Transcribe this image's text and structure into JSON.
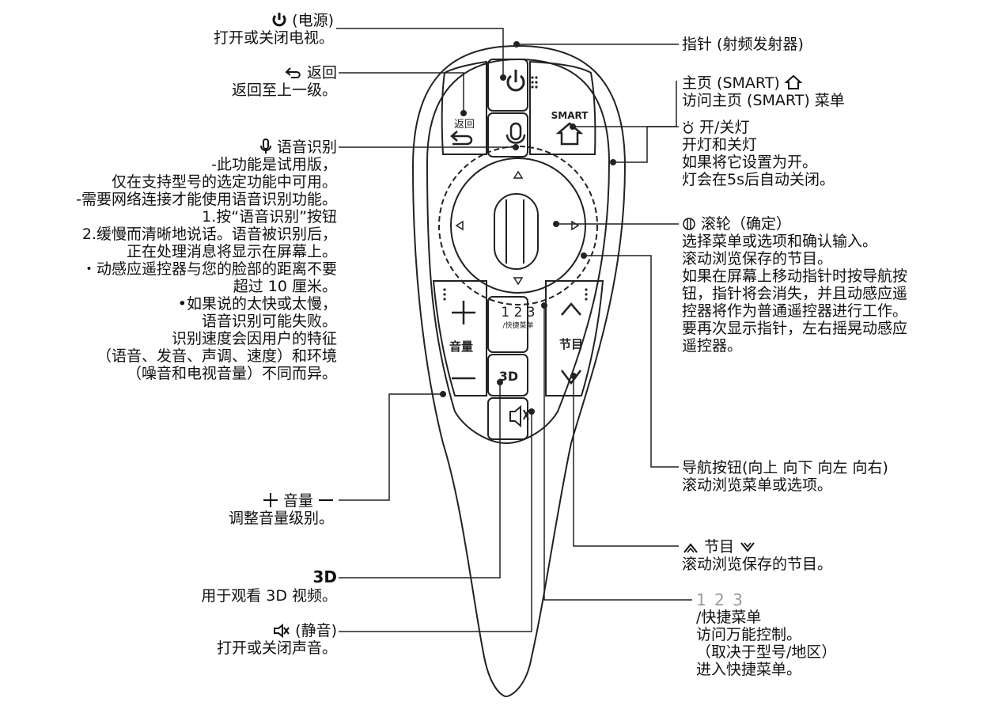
{
  "remote": {
    "btn_back": "返回",
    "btn_smart": "SMART",
    "btn_volume": "音量",
    "btn_program": "节目",
    "btn_quick_digits": "1 2 3",
    "btn_quick_sub": "/快捷菜单",
    "btn_3d": "3D"
  },
  "labels_left": {
    "power": [
      "(电源)",
      "打开或关闭电视。"
    ],
    "back": [
      "返回",
      "返回至上一级。"
    ],
    "voice": [
      "语音识别",
      "-此功能是试用版，",
      "仅在支持型号的选定功能中可用。",
      "-需要网络连接才能使用语音识别功能。",
      "1.按“语音识别”按钮",
      "2.缓慢而清晰地说话。语音被识别后，",
      "正在处理消息将显示在屏幕上。",
      "・动感应遥控器与您的脸部的距离不要",
      "超过 10 厘米。",
      "•如果说的太快或太慢，",
      "语音识别可能失败。",
      "识别速度会因用户的特征",
      "（语音、发音、声调、速度）和环境",
      "（噪音和电视音量）不同而异。"
    ],
    "volume": [
      "音量",
      "调整音量级别。"
    ],
    "three_d": [
      "用于观看 3D 视频。"
    ],
    "mute": [
      "(静音)",
      "打开或关闭声音。"
    ]
  },
  "labels_right": {
    "pointer": [
      "指针 (射频发射器)"
    ],
    "home": [
      "主页 (SMART)",
      "访问主页 (SMART) 菜单"
    ],
    "light": [
      "开/关灯",
      "开灯和关灯",
      "如果将它设置为开。",
      "灯会在5s后自动关闭。"
    ],
    "wheel": [
      "滚轮（确定）",
      "选择菜单或选项和确认输入。",
      "滚动浏览保存的节目。",
      "如果在屏幕上移动指针时按导航按",
      "钮，指针将会消失，并且动感应遥",
      "控器将作为普通遥控器进行工作。",
      "要再次显示指针，左右摇晃动感应",
      "遥控器。"
    ],
    "nav": [
      "导航按钮(向上 向下 向左 向右)",
      "滚动浏览菜单或选项。"
    ],
    "program": [
      "节目",
      "滚动浏览保存的节目。"
    ],
    "quick": [
      "1 2 3",
      "/快捷菜单",
      "访问万能控制。",
      "（取决于型号/地区）",
      "进入快捷菜单。"
    ]
  }
}
